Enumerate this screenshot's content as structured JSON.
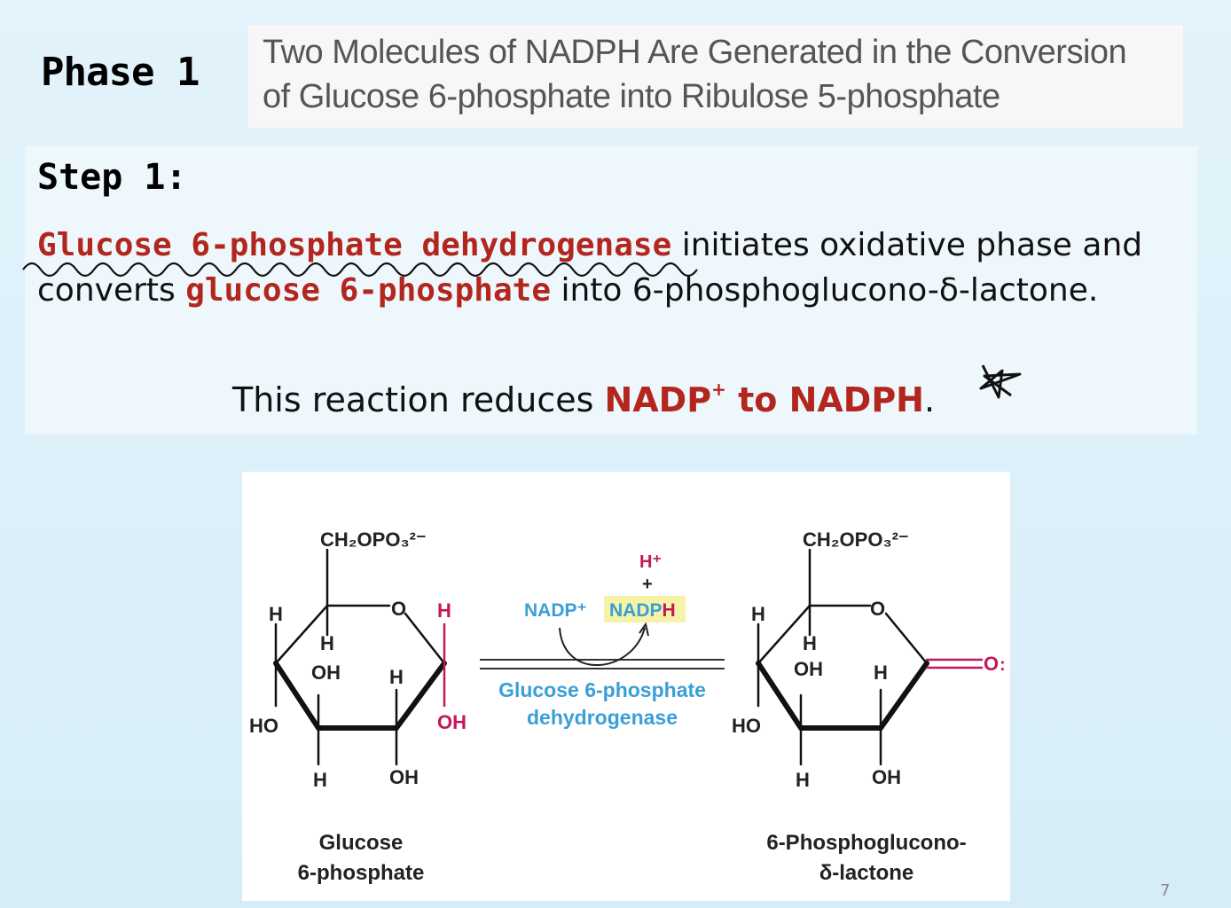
{
  "phase_label": "Phase 1",
  "title": {
    "line1": "Two Molecules of NADPH Are Generated in the Conversion",
    "line2": "of Glucose 6-phosphate into Ribulose 5-phosphate"
  },
  "step": {
    "label": "Step 1:",
    "enzyme": "Glucose 6-phosphate dehydrogenase",
    "text1": " initiates oxidative phase and converts ",
    "substrate": "glucose 6-phosphate",
    "text2": " into 6-phosphoglucono-δ-lactone.",
    "reduces_text": "This reaction reduces ",
    "nadp": "NADP",
    "nadp_charge": "+",
    "to_nadph": " to NADPH",
    "period": "."
  },
  "diagram": {
    "left_group": "CH₂OPO₃²⁻",
    "right_group": "CH₂OPO₃²⁻",
    "left_name_line1": "Glucose",
    "left_name_line2": "6-phosphate",
    "right_name_line1": "6-Phosphoglucono-",
    "right_name_line2": "δ-lactone",
    "cofactor_in": "NADP⁺",
    "cofactor_out_prefix": "NADP",
    "cofactor_out_h": "H",
    "proton": "H⁺",
    "plus": "+",
    "enzyme_line1": "Glucose 6-phosphate",
    "enzyme_line2": "dehydrogenase",
    "atoms": {
      "H": "H",
      "O": "O",
      "OH": "OH",
      "HO": "HO",
      "lone_pair": ":"
    }
  },
  "slide_number": "7",
  "colors": {
    "red": "#b3261e",
    "magenta": "#c2185b",
    "enzyme_blue": "#3a9fd6",
    "nadph_highlight": "#f6f3a8"
  }
}
